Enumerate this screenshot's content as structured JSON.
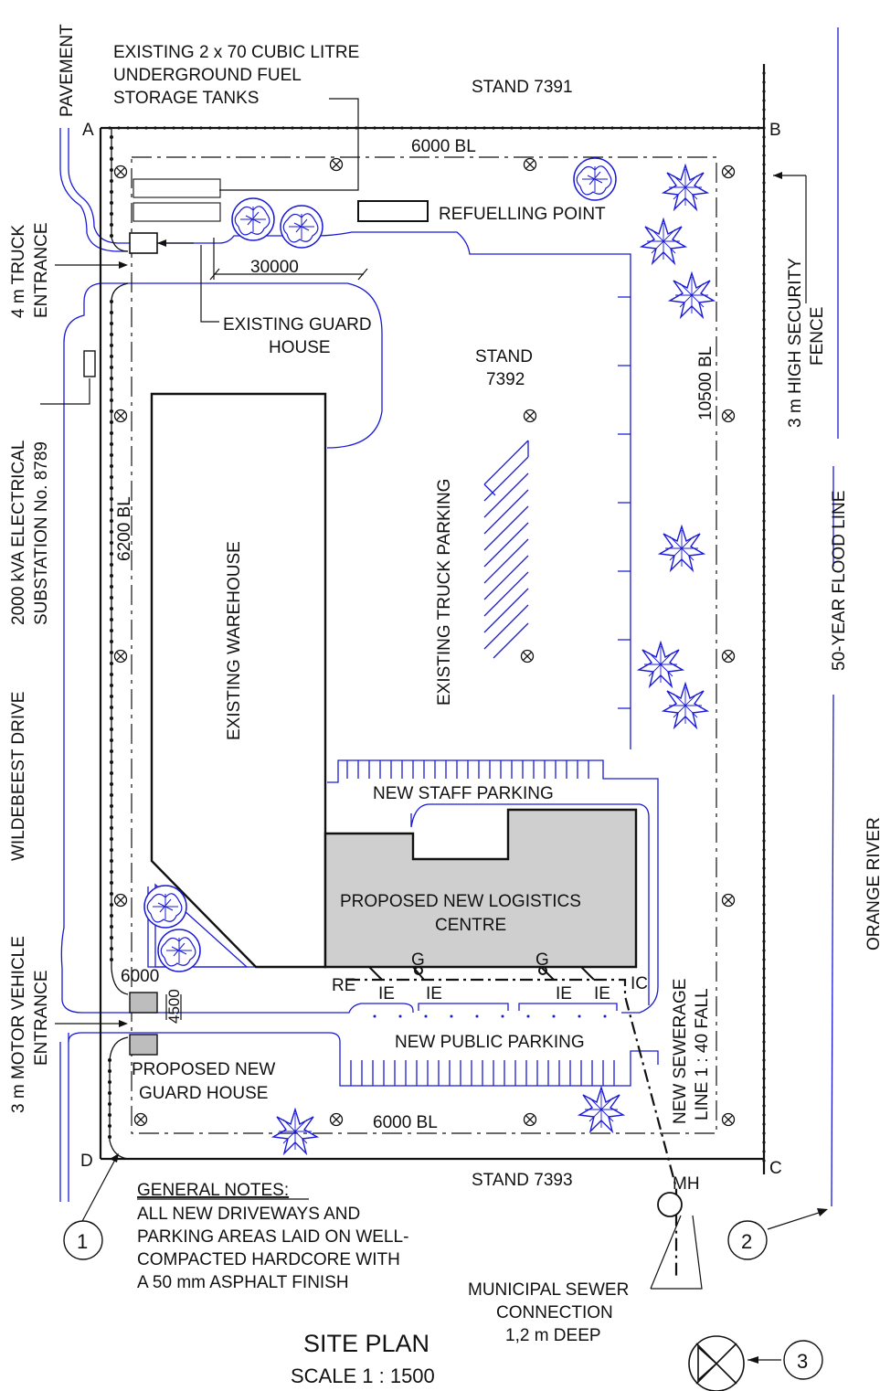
{
  "stands": {
    "north": "STAND 7391",
    "center_line1": "STAND",
    "center_line2": "7392",
    "south": "STAND 7393"
  },
  "corners": {
    "a": "A",
    "b": "B",
    "c": "C",
    "d": "D"
  },
  "labels": {
    "pavement": "PAVEMENT",
    "fuel_tanks": [
      "EXISTING 2 x 70 CUBIC LITRE",
      "UNDERGROUND FUEL",
      "STORAGE TANKS"
    ],
    "refuelling_point": "REFUELLING POINT",
    "truck_entrance": [
      "4 m TRUCK",
      "ENTRANCE"
    ],
    "guard_house": [
      "EXISTING GUARD",
      "HOUSE"
    ],
    "substation": [
      "2000 kVA ELECTRICAL",
      "SUBSTATION No. 8789"
    ],
    "warehouse": "EXISTING WAREHOUSE",
    "truck_parking": "EXISTING TRUCK PARKING",
    "staff_parking": "NEW STAFF PARKING",
    "logistics": [
      "PROPOSED NEW LOGISTICS",
      "CENTRE"
    ],
    "public_parking": "NEW PUBLIC PARKING",
    "wildebeest": "WILDEBEEST DRIVE",
    "motor_entrance": [
      "3 m MOTOR VEHICLE",
      "ENTRANCE"
    ],
    "new_guard_house": [
      "PROPOSED NEW",
      "GUARD HOUSE"
    ],
    "security_fence": [
      "3 m HIGH SECURITY",
      "FENCE"
    ],
    "flood_line": "50-YEAR FLOOD LINE",
    "orange_river": "ORANGE RIVER",
    "sewerage": [
      "NEW SEWERAGE",
      "LINE 1 : 40 FALL"
    ],
    "manhole": "MH",
    "sewer_connection": [
      "MUNICIPAL SEWER",
      "CONNECTION",
      "1,2 m DEEP"
    ],
    "re": "RE",
    "ic": "IC",
    "ie": "IE",
    "g": "G"
  },
  "dimensions": {
    "bl_north": "6000 BL",
    "bl_east": "10500 BL",
    "bl_west": "6200 BL",
    "bl_south": "6000 BL",
    "driveway": "30000",
    "guard_w": "6000",
    "guard_d": "4500"
  },
  "notes": {
    "heading": "GENERAL NOTES:",
    "lines": [
      "ALL NEW DRIVEWAYS AND",
      "PARKING AREAS LAID ON WELL-",
      "COMPACTED HARDCORE WITH",
      "A 50 mm ASPHALT FINISH"
    ]
  },
  "title": {
    "main": "SITE PLAN",
    "scale": "SCALE 1 : 1500"
  },
  "callouts": [
    "1",
    "2",
    "3"
  ],
  "colors": {
    "line": "#111111",
    "blue": "#1a1ad6",
    "building_fill": "#cfcfcf"
  },
  "icons": {
    "tree": "round-tree-icon",
    "shrub": "star-shrub-icon",
    "light": "floodlight-icon",
    "north": "north-point-icon"
  }
}
